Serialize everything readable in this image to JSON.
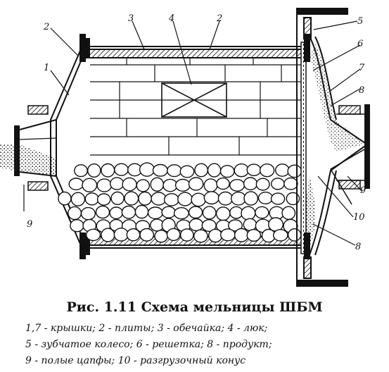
{
  "labels": {
    "n1": "1",
    "n2a": "2",
    "n3": "3",
    "n4": "4",
    "n2b": "2",
    "n5": "5",
    "n6": "6",
    "n7": "7",
    "n8a": "8",
    "n9a": "9",
    "n9b": "9",
    "n10": "10",
    "n8b": "8"
  },
  "caption": {
    "title": "Рис. 1.11 Схема мельницы ШБМ",
    "line1": "1,7 - крышки; 2 -  плиты; 3 - обечайка; 4 - люк;",
    "line2": "5 - зубчатое колесо; 6 - решетка; 8 - продукт;",
    "line3": "9 - полые цапфы; 10 - разгрузочный конус"
  }
}
